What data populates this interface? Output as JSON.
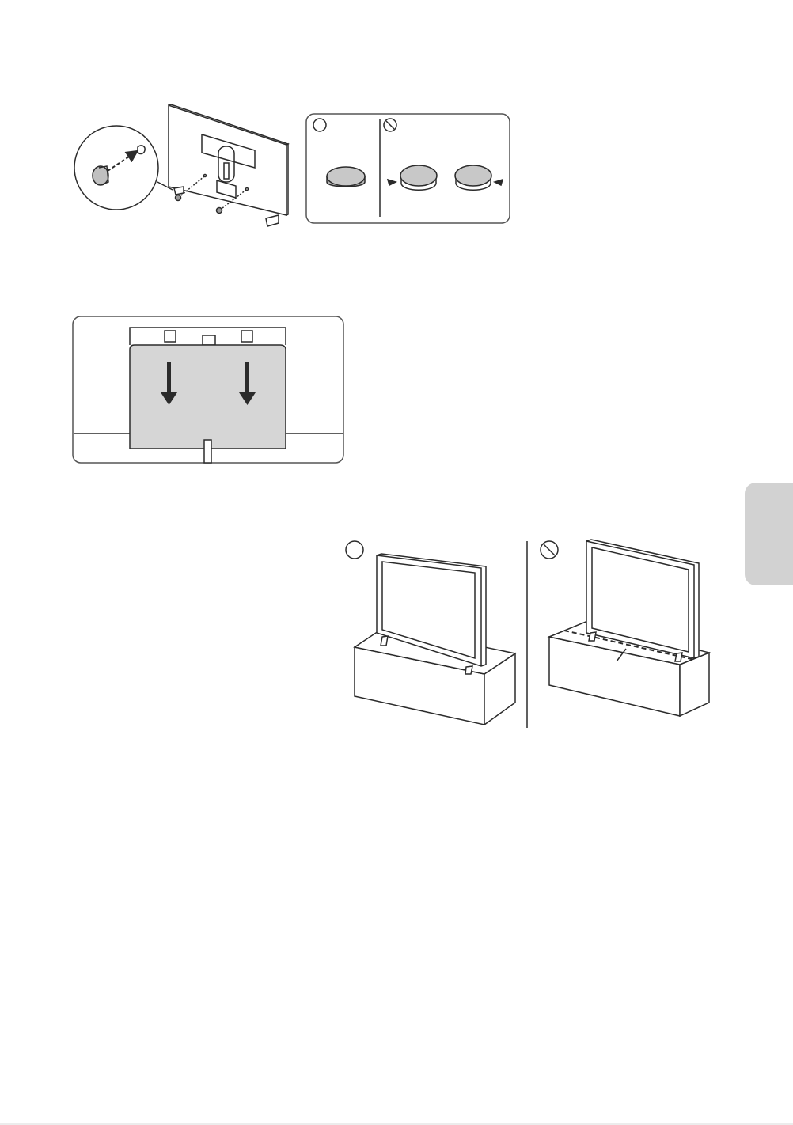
{
  "page": {
    "figures": [
      {
        "id": "tv-back-feet-and-pads",
        "panel_labels": [
          "ok-symbol",
          "prohibited-symbol"
        ]
      },
      {
        "id": "cover-slide-down",
        "arrows": 2
      },
      {
        "id": "tv-stand-placement",
        "panel_labels": [
          "ok-symbol",
          "prohibited-symbol"
        ]
      }
    ],
    "side_tab": {
      "visible": true
    }
  },
  "colors": {
    "line": "#2b2b2b",
    "panel_fill": "#d6d6d6",
    "pad_fill": "#c8c8c8",
    "tab": "#d2d2d2"
  },
  "icons": [
    "ok-circle-icon",
    "prohibited-circle-icon",
    "arrow-down-icon",
    "screw-icon",
    "rubber-foot-pad-icon"
  ]
}
